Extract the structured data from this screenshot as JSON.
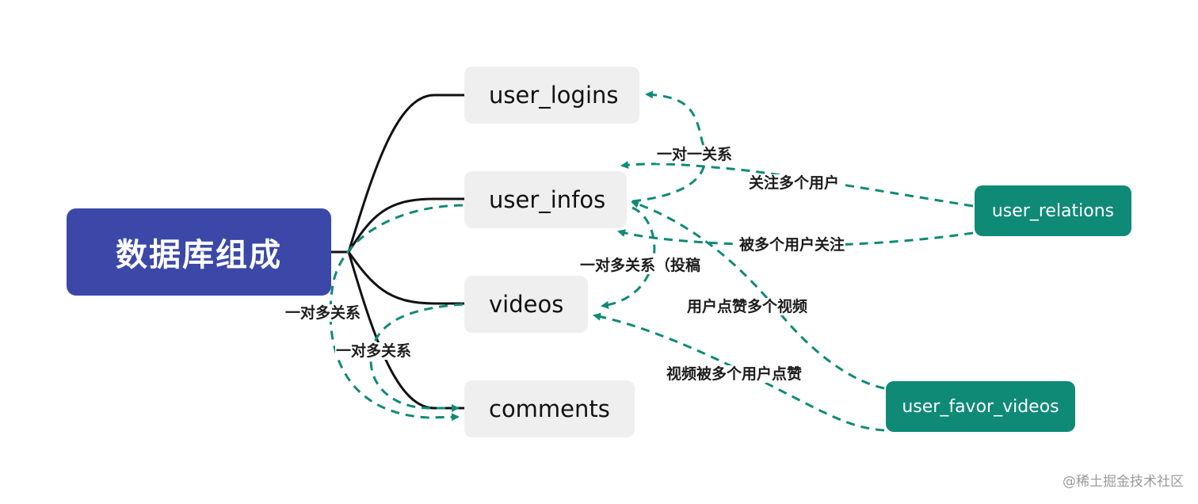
{
  "root": {
    "label": "数据库组成"
  },
  "tables": [
    "user_logins",
    "user_infos",
    "videos",
    "comments"
  ],
  "relation_tables": [
    "user_relations",
    "user_favor_videos"
  ],
  "relations": {
    "one_to_one": "一对一关系",
    "follows_many": "关注多个用户",
    "followed_by_many": "被多个用户关注",
    "one_to_many_posts": "一对多关系（投稿",
    "likes_many_videos": "用户点赞多个视频",
    "liked_by_many_users": "视频被多个用户点赞",
    "one_to_many_a": "一对多关系",
    "one_to_many_b": "一对多关系"
  },
  "watermark": "@稀土掘金技术社区",
  "colors": {
    "root_bg": "#3b48a8",
    "child_bg": "#efefef",
    "relation_bg": "#0f8a77",
    "dashed": "#0f8a77",
    "branch": "#111111"
  }
}
